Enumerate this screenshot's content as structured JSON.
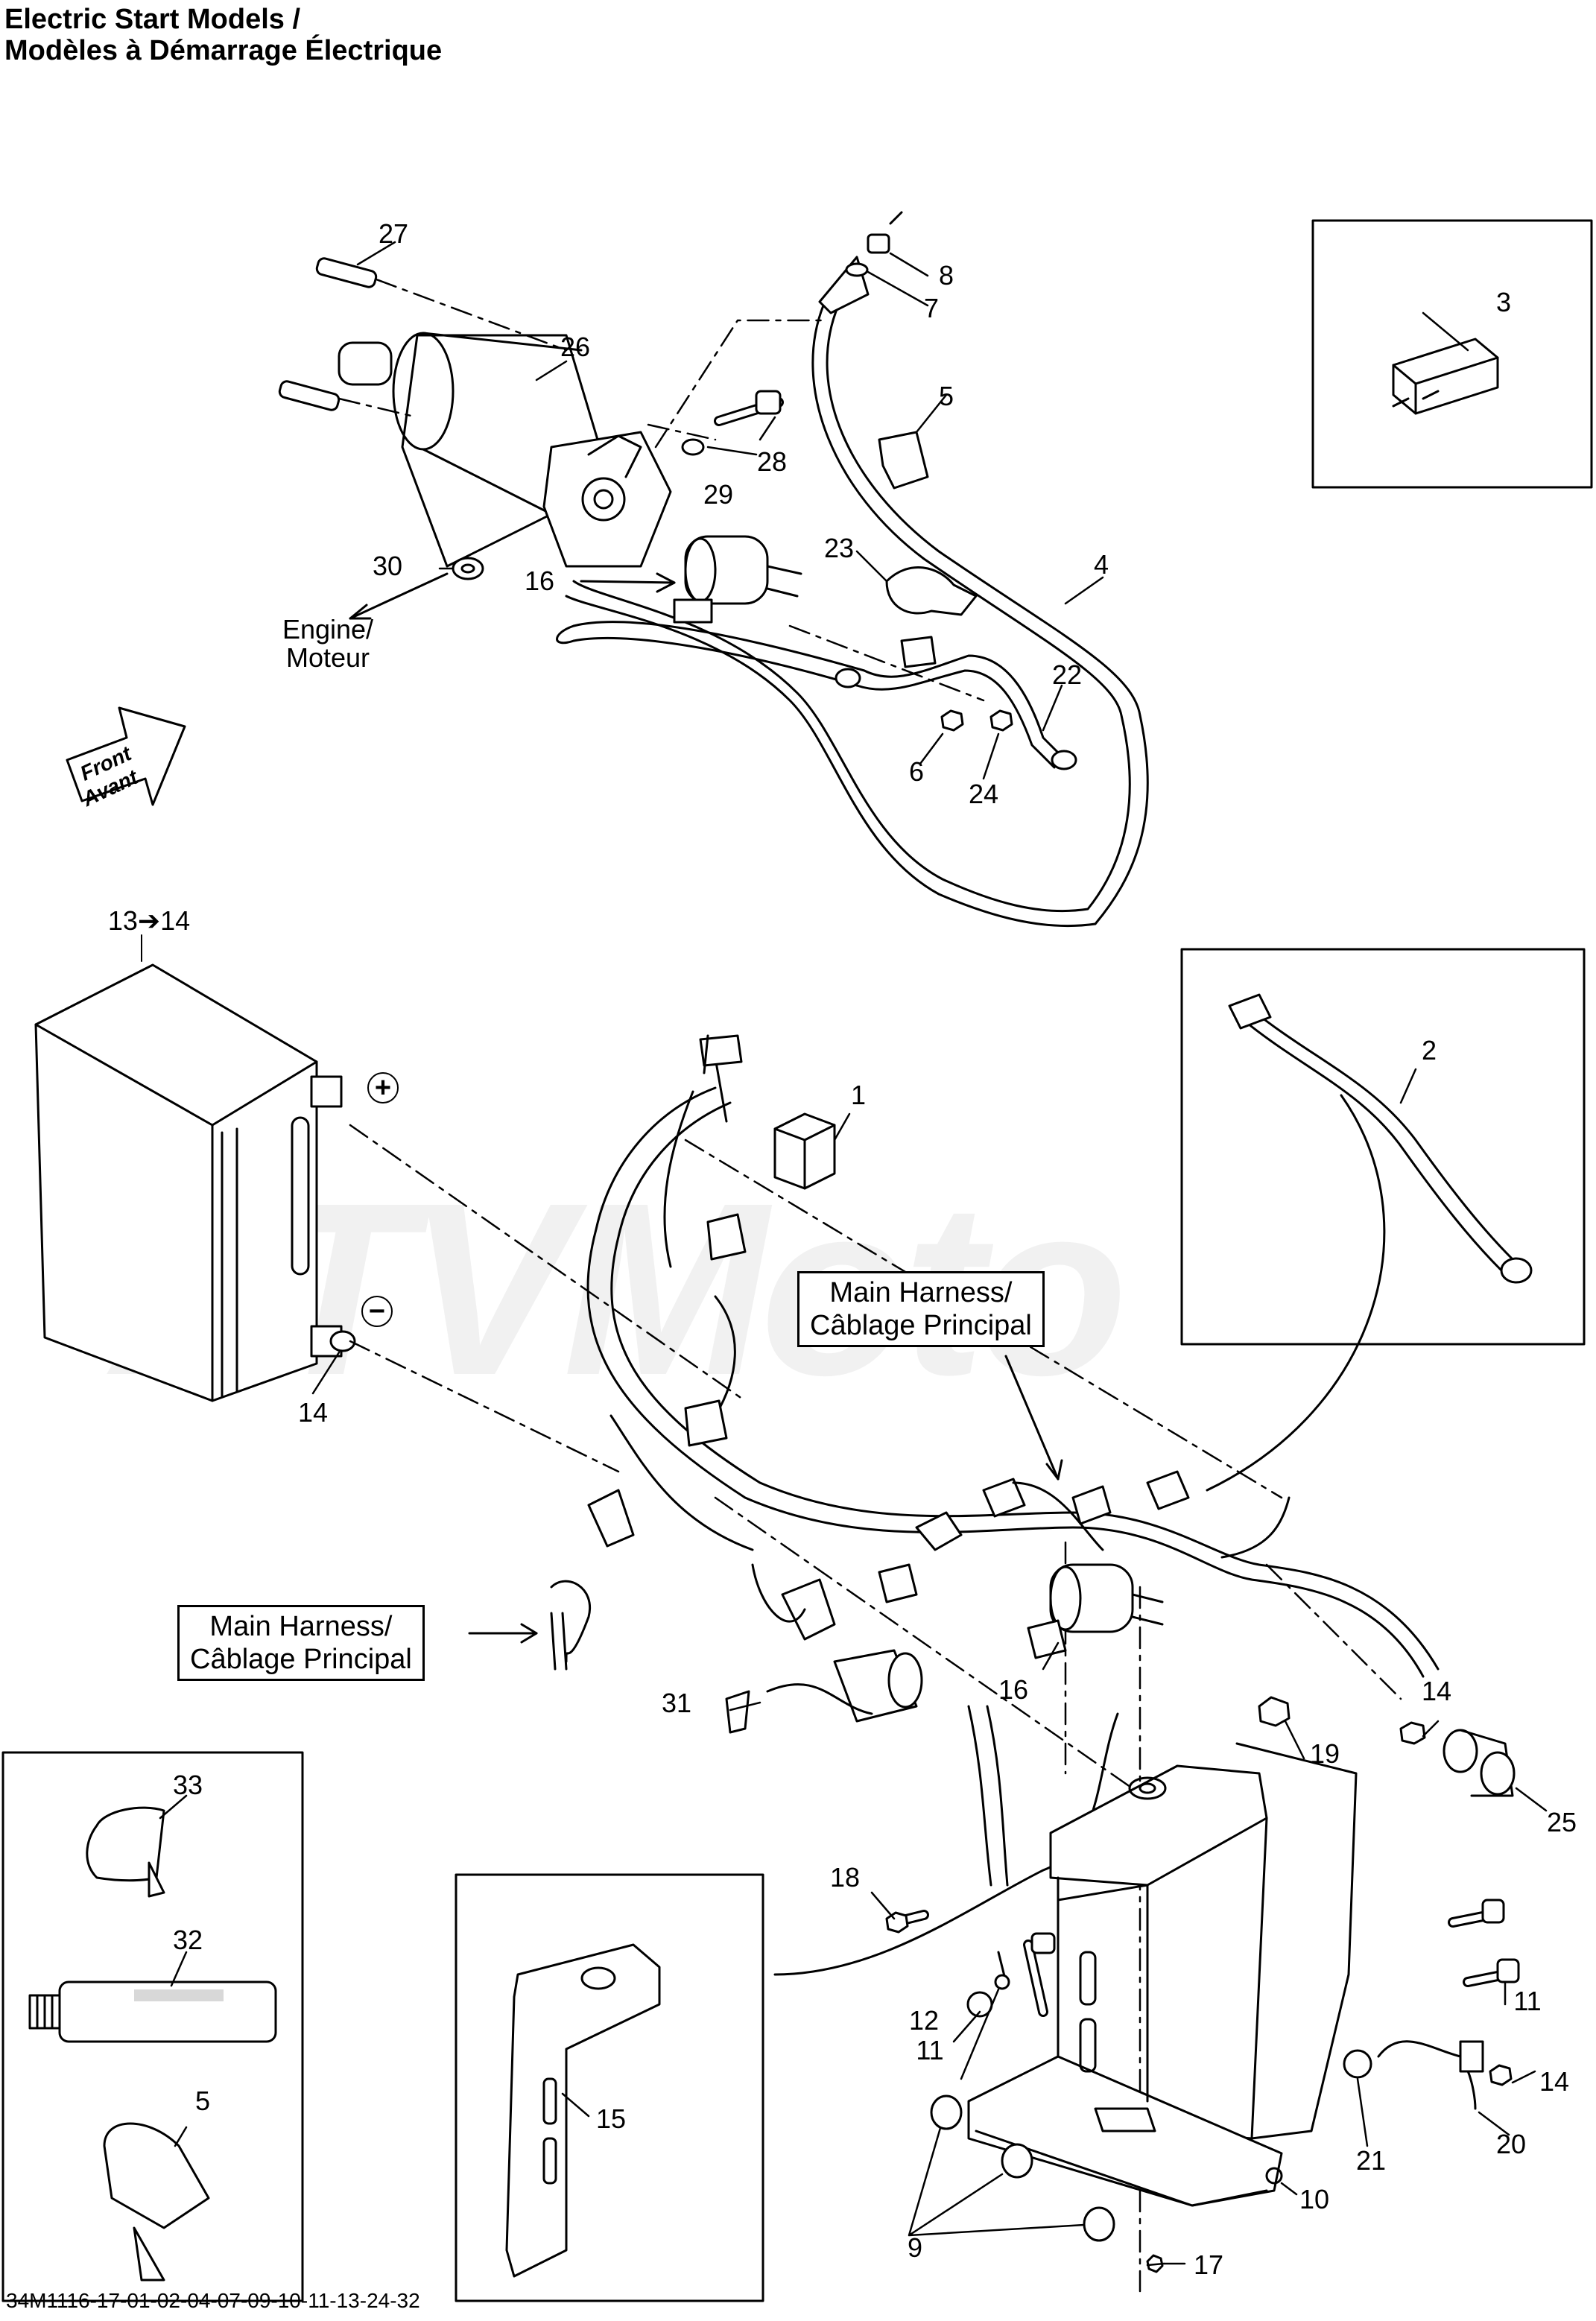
{
  "header": {
    "title_line1": "Electric Start Models /",
    "title_line2": "Modèles à Démarrage Électrique"
  },
  "watermark": "ATVMoto",
  "engine_label_1": "Engine/",
  "engine_label_2": "Moteur",
  "front_label_1": "Front",
  "front_label_2": "Avant",
  "main_harness_box_1": {
    "line1": "Main Harness/",
    "line2": "Câblage Principal"
  },
  "main_harness_box_2": {
    "line1": "Main Harness/",
    "line2": "Câblage Principal"
  },
  "battery_label": "13➔14",
  "terminal_plus": "+",
  "terminal_minus": "−",
  "footer_code": "34M1116-17-01-02-04-07-09-10-11-13-24-32",
  "callouts": {
    "c1": "1",
    "c2": "2",
    "c3": "3",
    "c4": "4",
    "c5a": "5",
    "c5b": "5",
    "c6": "6",
    "c7": "7",
    "c8": "8",
    "c9": "9",
    "c10": "10",
    "c11a": "11",
    "c11b": "11",
    "c12": "12",
    "c14a": "14",
    "c14b": "14",
    "c14c": "14",
    "c15": "15",
    "c16a": "16",
    "c16b": "16",
    "c17": "17",
    "c18": "18",
    "c19": "19",
    "c20": "20",
    "c21": "21",
    "c22": "22",
    "c23": "23",
    "c24": "24",
    "c25": "25",
    "c26": "26",
    "c27": "27",
    "c28": "28",
    "c29": "29",
    "c30": "30",
    "c31": "31",
    "c32": "32",
    "c33": "33"
  },
  "colors": {
    "line": "#000000",
    "watermark": "#f1f1f1",
    "fill": "#ffffff",
    "shade": "#d8d8d8"
  }
}
